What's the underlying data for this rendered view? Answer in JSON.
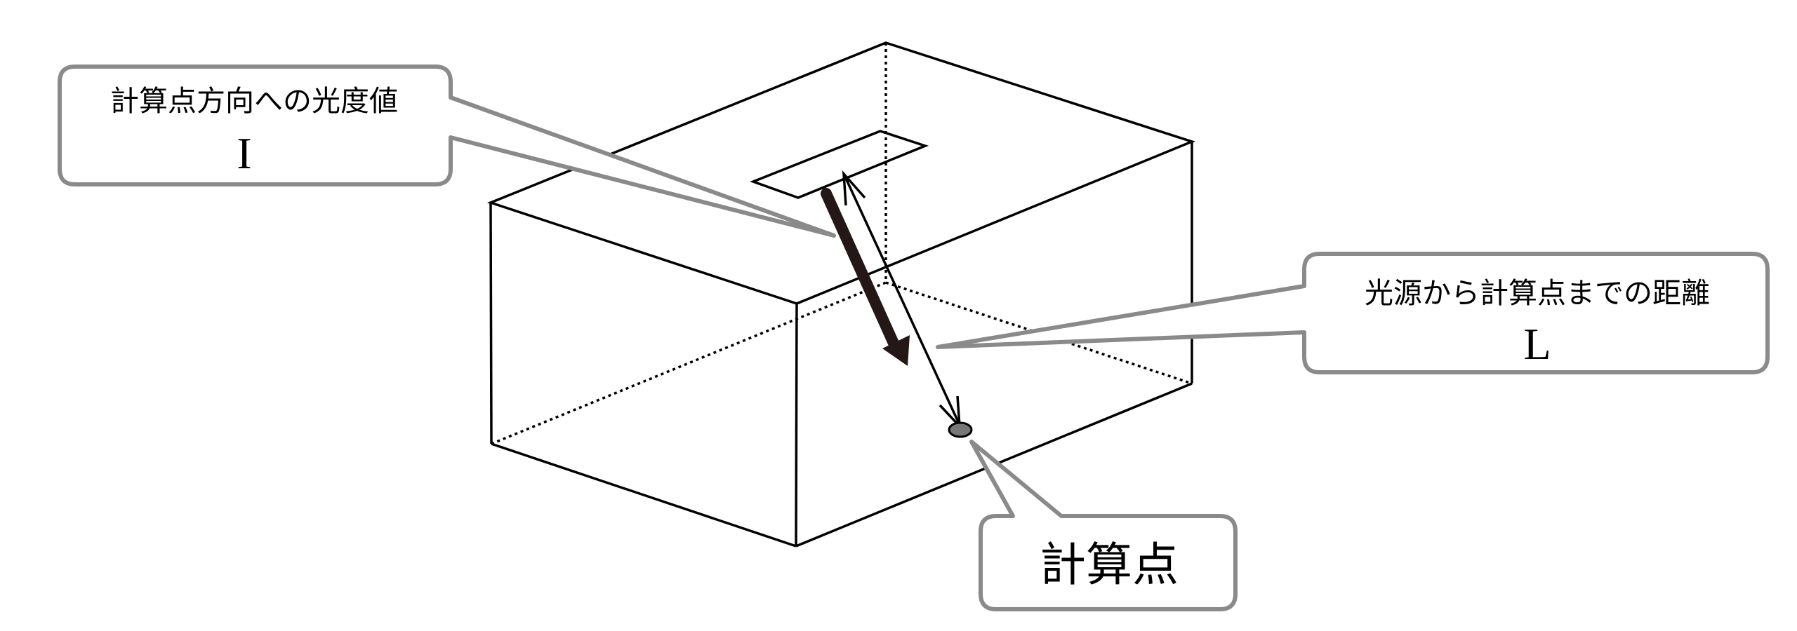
{
  "diagram": {
    "subject": "Point-by-point illuminance calculation: luminaire in a room, calculation point, luminous intensity and distance",
    "callouts": {
      "intensity": {
        "label": "計算点方向への光度値",
        "symbol": "I"
      },
      "distance": {
        "label": "光源から計算点までの距離",
        "symbol": "L"
      },
      "point": {
        "label": "計算点"
      }
    },
    "colors": {
      "line": "#000000",
      "callout_border": "#8a8a8a",
      "intensity_arrow": "#231815",
      "point_fill": "#777777",
      "background": "#ffffff"
    }
  }
}
